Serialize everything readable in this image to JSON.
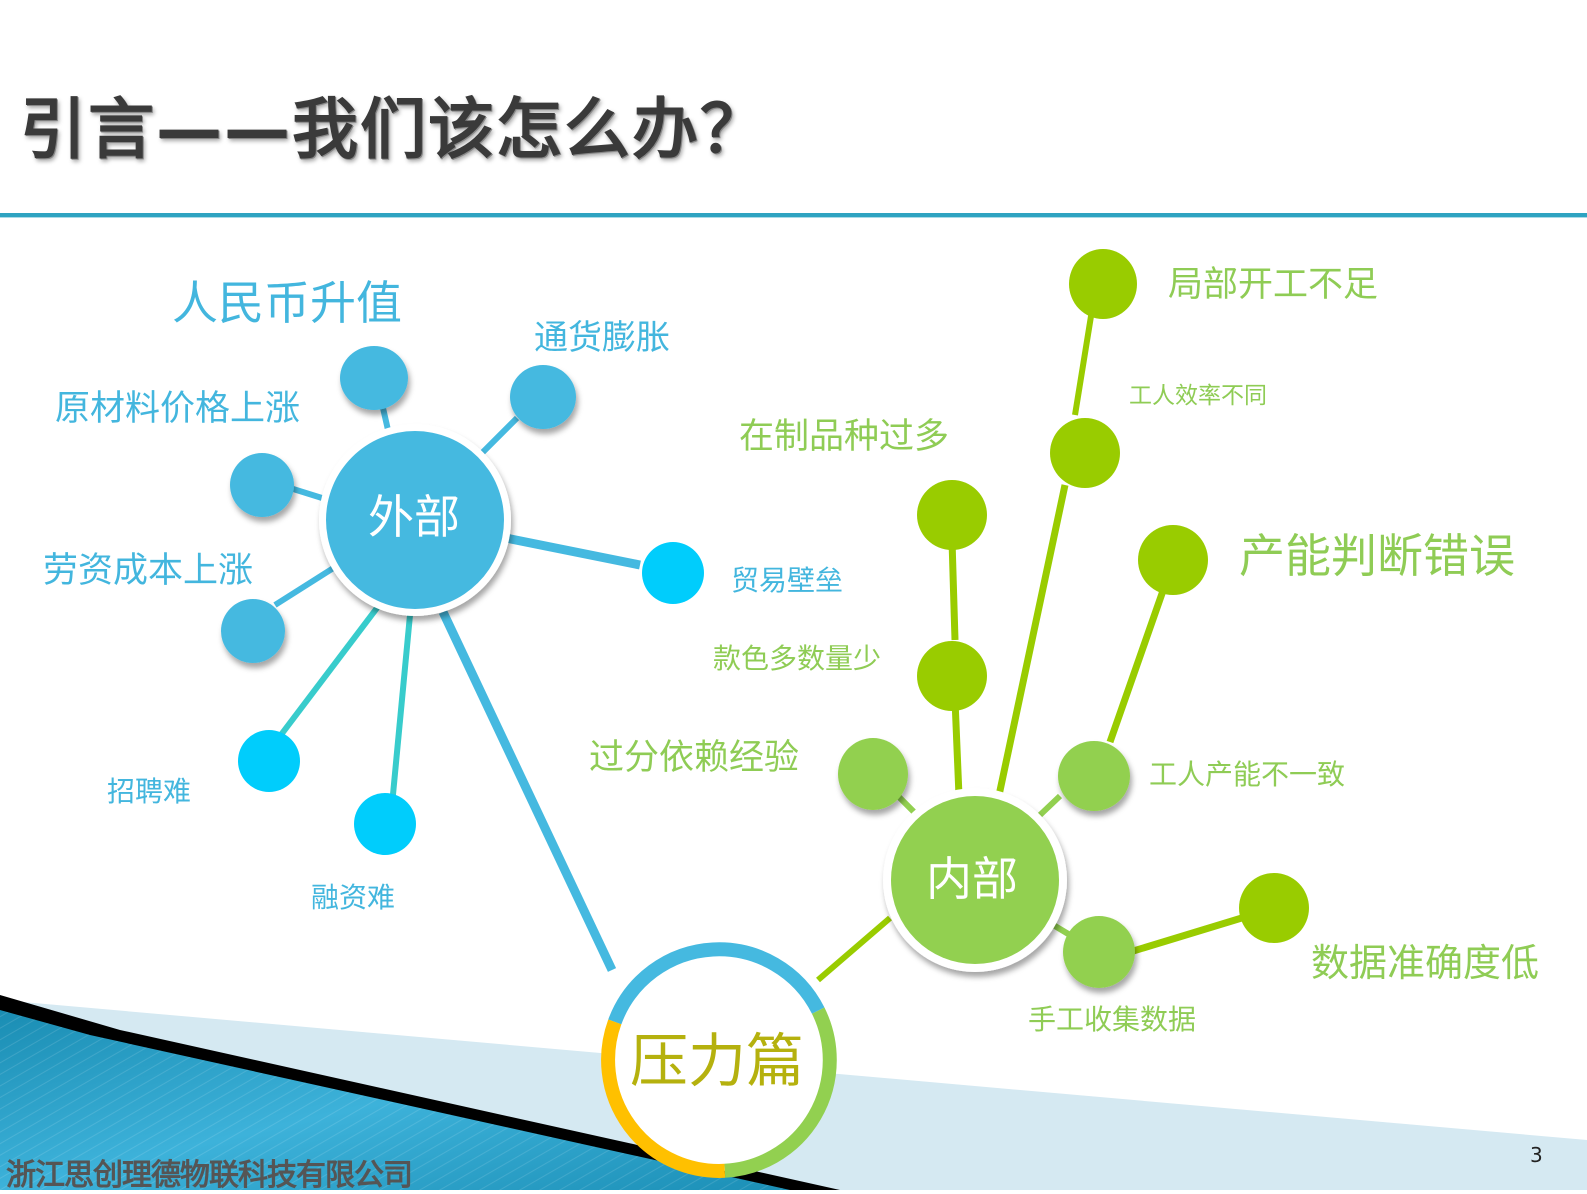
{
  "slide": {
    "title": "引言——我们该怎么办？",
    "page_number": "3",
    "footer_company": "浙江思创理德物联科技有限公司"
  },
  "colors": {
    "external_blue": "#45b9e0",
    "external_cyan": "#00cdfc",
    "internal_green": "#92d050",
    "internal_lime": "#99cc00",
    "center_ring_blue": "#45b9e0",
    "center_ring_green": "#92d050",
    "center_ring_yellow": "#ffc000",
    "center_text": "#b5b10e",
    "rule": "#2ea3c1"
  },
  "diagram": {
    "center": {
      "label": "压力篇"
    },
    "external": {
      "label": "外部",
      "factors": [
        "人民币升值",
        "通货膨胀",
        "原材料价格上涨",
        "劳资成本上涨",
        "贸易壁垒",
        "招聘难",
        "融资难"
      ]
    },
    "internal": {
      "label": "内部",
      "factors": [
        "局部开工不足",
        "工人效率不同",
        "在制品种过多",
        "款色多数量少",
        "产能判断错误",
        "过分依赖经验",
        "工人产能不一致",
        "数据准确度低",
        "手工收集数据"
      ]
    }
  }
}
